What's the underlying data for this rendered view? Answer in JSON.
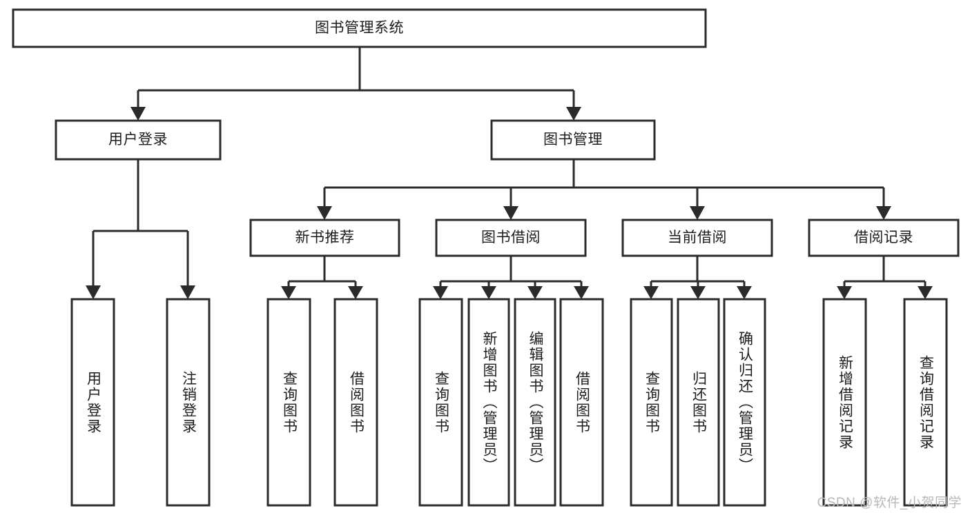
{
  "diagram": {
    "type": "tree",
    "title": "图书管理系统",
    "watermark": "CSDN @软件_小贺同学",
    "colors": {
      "stroke": "#2b2b2b",
      "fill": "#ffffff",
      "text": "#1c1c1c",
      "watermark": "#b8b8b8"
    },
    "levels": {
      "root": {
        "label": "图书管理系统"
      },
      "level2": [
        {
          "id": "user-login",
          "label": "用户登录"
        },
        {
          "id": "book-manage",
          "label": "图书管理"
        }
      ],
      "level3": [
        {
          "id": "new-book-rec",
          "label": "新书推荐"
        },
        {
          "id": "book-borrow",
          "label": "图书借阅"
        },
        {
          "id": "current-borrow",
          "label": "当前借阅"
        },
        {
          "id": "borrow-record",
          "label": "借阅记录"
        }
      ],
      "leaves": {
        "user-login": [
          {
            "id": "leaf-user-login",
            "label": "用户登录"
          },
          {
            "id": "leaf-user-logout",
            "label": "注销登录"
          }
        ],
        "new-book-rec": [
          {
            "id": "leaf-query-book-1",
            "label": "查询图书"
          },
          {
            "id": "leaf-borrow-book-1",
            "label": "借阅图书"
          }
        ],
        "book-borrow": [
          {
            "id": "leaf-query-book-2",
            "label": "查询图书"
          },
          {
            "id": "leaf-add-book",
            "label": "新增图书（管理员）"
          },
          {
            "id": "leaf-edit-book",
            "label": "编辑图书（管理员）"
          },
          {
            "id": "leaf-borrow-book-2",
            "label": "借阅图书"
          }
        ],
        "current-borrow": [
          {
            "id": "leaf-query-book-3",
            "label": "查询图书"
          },
          {
            "id": "leaf-return-book",
            "label": "归还图书"
          },
          {
            "id": "leaf-confirm-return",
            "label": "确认归还（管理员）"
          }
        ],
        "borrow-record": [
          {
            "id": "leaf-add-record",
            "label": "新增借阅记录"
          },
          {
            "id": "leaf-query-record",
            "label": "查询借阅记录"
          }
        ]
      }
    }
  }
}
